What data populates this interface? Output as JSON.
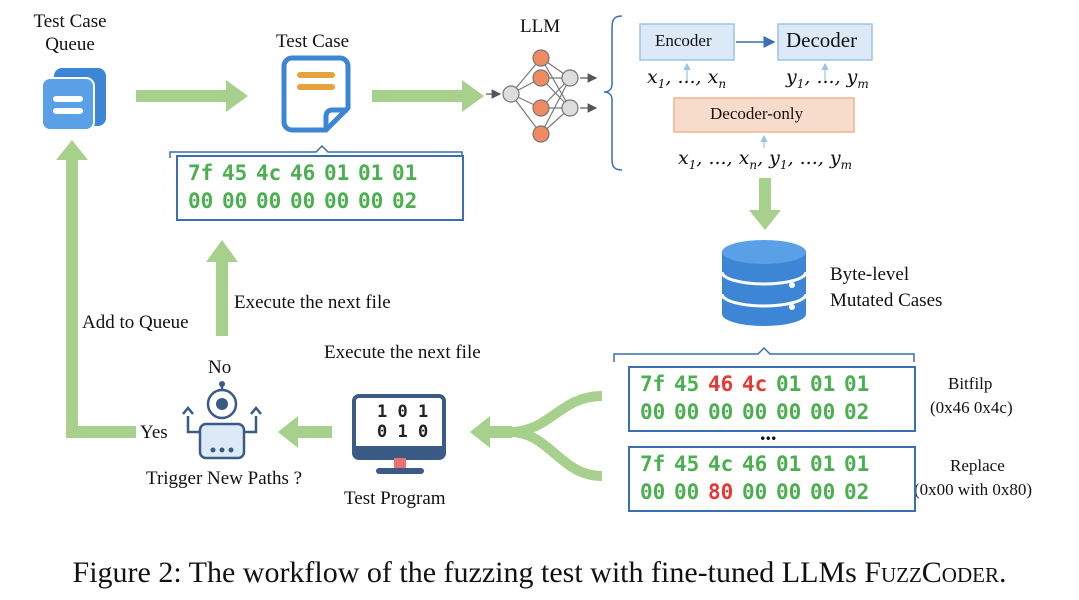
{
  "labels": {
    "queue": "Test Case Queue",
    "test_case": "Test Case",
    "llm": "LLM",
    "encoder": "Encoder",
    "decoder": "Decoder",
    "decoder_only": "Decoder-only",
    "mutated": "Byte-level Mutated Cases",
    "execute_next_1": "Execute the next file",
    "execute_next_2": "Execute the next file",
    "add_to_queue": "Add to Queue",
    "no": "No",
    "yes": "Yes",
    "trigger": "Trigger New Paths ?",
    "test_program": "Test Program",
    "bitflip": "Bitfilp",
    "bitflip_detail": "(0x46 0x4c)",
    "replace": "Replace",
    "replace_detail": "(0x00 with 0x80)",
    "ellipsis": "...",
    "screen_row1": "1 0 1",
    "screen_row2": "0 1 0"
  },
  "math": {
    "enc_seq": "x1, ..., xn",
    "dec_seq": "y1, ..., ym",
    "dec_only_seq": "x1, ..., xn, y1, ..., ym"
  },
  "hex": {
    "original": {
      "row1": [
        "7f",
        "45",
        "4c",
        "46",
        "01",
        "01",
        "01"
      ],
      "row2": [
        "00",
        "00",
        "00",
        "00",
        "00",
        "00",
        "02"
      ]
    },
    "bitflip": {
      "row1": [
        "7f",
        "45",
        "46",
        "4c",
        "01",
        "01",
        "01"
      ],
      "row2": [
        "00",
        "00",
        "00",
        "00",
        "00",
        "00",
        "02"
      ],
      "highlight_row1": [
        2,
        3
      ],
      "highlight_row2": []
    },
    "replace": {
      "row1": [
        "7f",
        "45",
        "4c",
        "46",
        "01",
        "01",
        "01"
      ],
      "row2": [
        "00",
        "00",
        "80",
        "00",
        "00",
        "00",
        "02"
      ],
      "highlight_row1": [],
      "highlight_row2": [
        2
      ]
    }
  },
  "caption": {
    "prefix": "Figure 2: The workflow of the fuzzing test with fine-tuned LLMs ",
    "name": "FuzzCoder."
  },
  "colors": {
    "arrow_green": "#a8d08d",
    "hex_green": "#4caf50",
    "hex_red": "#e53935",
    "icon_blue": "#3d86d6",
    "box_blue_fill": "#dce9f7",
    "box_orange_fill": "#f8dccb",
    "node_orange": "#ef8a62"
  }
}
